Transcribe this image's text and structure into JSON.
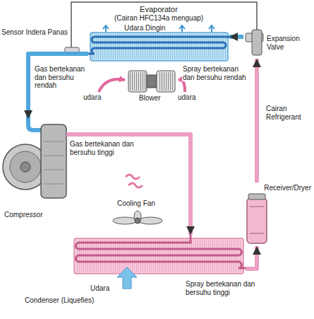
{
  "diagram": {
    "nodes": [
      {
        "text": [
          "Evaporator",
          "(Cairan HFC134a menguap)"
        ]
      },
      {
        "text": [
          "Expansion Valve"
        ]
      },
      {
        "text": [
          "Compressor"
        ]
      },
      {
        "text": [
          "Receiver/Dryer"
        ]
      },
      {
        "text": [
          "Condenser (Liquefies)"
        ]
      }
    ],
    "edges": [
      {
        "from": 2,
        "to": 4,
        "label": "Gas bertekanan dan bersuhu tinggi",
        "arrow": "to"
      },
      {
        "from": 4,
        "to": 3,
        "label": "Spray bertekanan dan bersuhu tinggi",
        "arrow": "to"
      },
      {
        "from": 3,
        "to": 1,
        "label": "Cairan Refrigerant",
        "arrow": "to"
      },
      {
        "from": 1,
        "to": 0,
        "label": "Spray bertekanan dan bersuhu rendah",
        "arrow": "to"
      },
      {
        "from": 0,
        "to": 2,
        "label": "Gas bertekanan dan bersuhu rendah",
        "arrow": "to"
      }
    ],
    "labels": [
      "Udara Dingin",
      "Sensor Indera Panas",
      "udara",
      "Blower",
      "udara",
      "Cooling Fan",
      "Udara"
    ]
  }
}
